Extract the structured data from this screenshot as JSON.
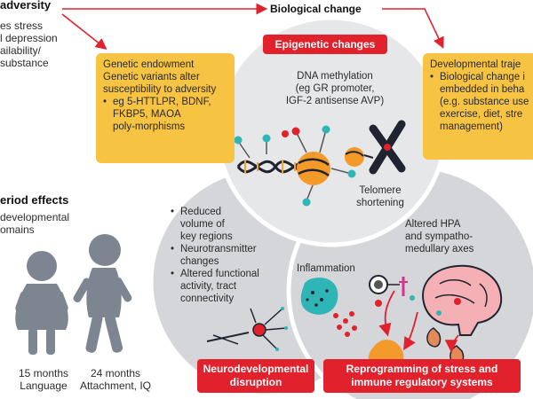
{
  "left": {
    "heading": "adversity",
    "lines": [
      "es stress",
      "l depression",
      "ailability/",
      "substance"
    ]
  },
  "header": {
    "title": "Biological change"
  },
  "epigenetic": {
    "label": "Epigenetic changes",
    "dna": [
      "DNA methylation",
      "(eg GR promoter,",
      "IGF-2 antisense AVP)"
    ],
    "telomere": [
      "Telomere",
      "shortening"
    ]
  },
  "genetic_box": {
    "lines": [
      "Genetic endowment",
      "Genetic variants alter",
      "susceptibility to adversity"
    ],
    "bullet": [
      "eg 5-HTTLPR, BDNF,",
      "FKBP5, MAOA",
      "poly-morphisms"
    ]
  },
  "developmental_box": {
    "title": "Developmental traje",
    "bullet": [
      "Biological change i",
      "embedded in beha",
      "(e.g. substance use",
      "exercise, diet, stre",
      "management)"
    ]
  },
  "period": {
    "heading": "eriod effects",
    "lines": [
      "developmental",
      "omains"
    ]
  },
  "neuro": {
    "items": [
      [
        "Reduced",
        "volume of",
        "key regions"
      ],
      [
        "Neurotransmitter",
        "changes"
      ],
      [
        "Altered functional",
        "activity, tract",
        "connectivity"
      ]
    ],
    "label": [
      "Neurodevelopmental",
      "disruption"
    ]
  },
  "stress": {
    "inflammation": "Inflammation",
    "hpa": [
      "Altered HPA",
      "and sympatho-",
      "medullary axes"
    ],
    "label": [
      "Reprogramming of stress and",
      "immune regulatory systems"
    ]
  },
  "children": [
    {
      "age": "15 months",
      "domain": "Language"
    },
    {
      "age": "24 months",
      "domain": "Attachment, IQ"
    }
  ],
  "colors": {
    "red": "#e1212b",
    "orange": "#f6c343",
    "grey_circle": "#d4d6d9",
    "child": "#7d8590"
  }
}
